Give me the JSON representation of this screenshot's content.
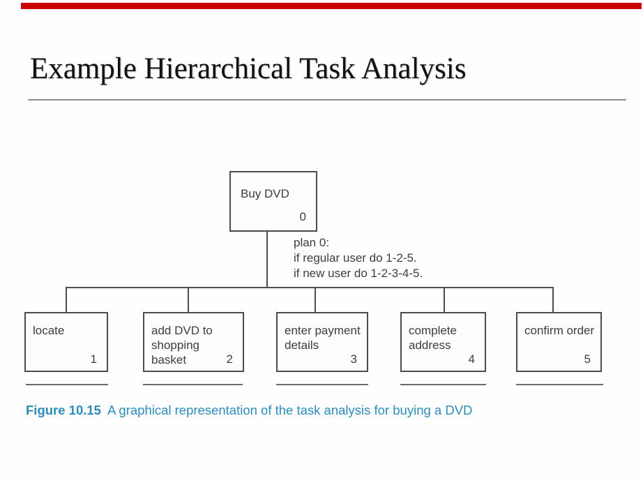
{
  "slide": {
    "title": "Example Hierarchical Task Analysis",
    "accent_bar_color": "#c80000"
  },
  "diagram": {
    "root": {
      "label": "Buy DVD",
      "number": "0"
    },
    "plan": {
      "lines": [
        "plan 0:",
        "if regular user do 1-2-5.",
        "if new user do 1-2-3-4-5."
      ]
    },
    "children": [
      {
        "label": "locate",
        "number": "1"
      },
      {
        "label": "add DVD to shopping basket",
        "number": "2"
      },
      {
        "label": "enter payment details",
        "number": "3"
      },
      {
        "label": "complete address",
        "number": "4"
      },
      {
        "label": "confirm order",
        "number": "5"
      }
    ]
  },
  "caption": {
    "figure_label": "Figure 10.15",
    "text": "A graphical representation of the task analysis for buying a DVD",
    "color": "#2b8cba"
  }
}
